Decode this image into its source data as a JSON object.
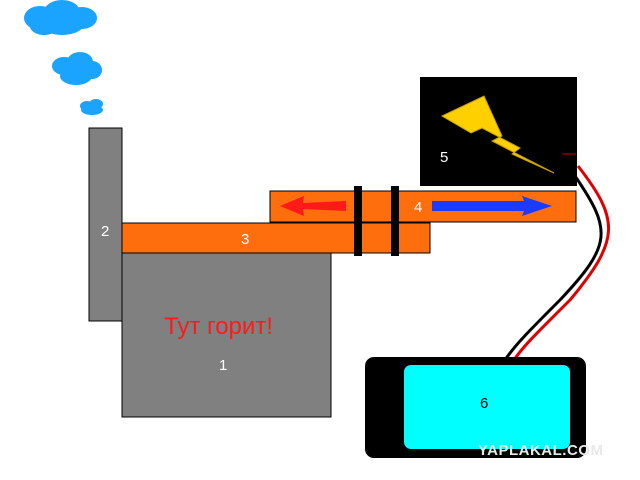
{
  "diagram": {
    "labels": {
      "furnace": "1",
      "chimney": "2",
      "pipe": "3",
      "outer_pipe": "4",
      "generator": "5",
      "battery": "6"
    },
    "fire_text": "Тут горит!",
    "watermark": "YAPLAKAL.COM",
    "icons": [
      "cloud-icon",
      "lightning-icon",
      "arrow-left-icon",
      "arrow-right-icon"
    ]
  },
  "colors": {
    "gray": "#808080",
    "orange": "#ff6e0c",
    "black": "#000000",
    "cyan": "#00ffff",
    "cloud": "#1aa3ff",
    "lightning": "#ffd000",
    "red_arrow": "#ff1a1a",
    "blue_arrow": "#1a3cff",
    "wire_red": "#e00000",
    "fire_text": "#ff1a1a"
  }
}
